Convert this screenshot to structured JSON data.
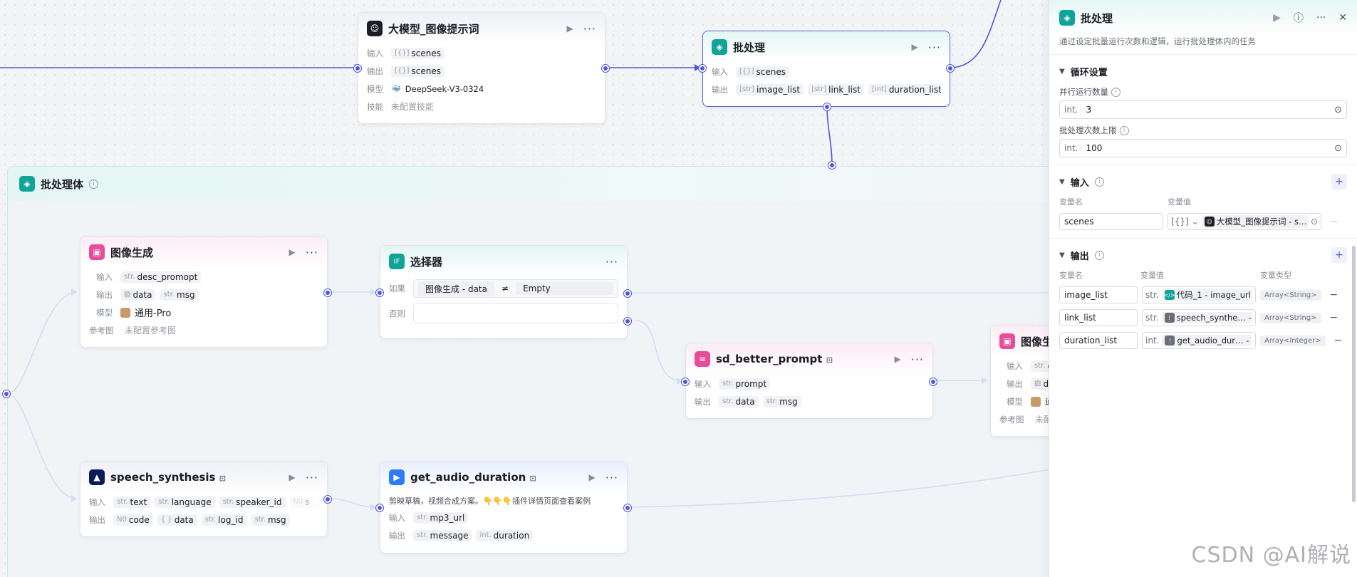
{
  "nodes": {
    "llm": {
      "title": "大模型_图像提示词",
      "input_label": "输入",
      "input_type": "[{}]",
      "input_value": "scenes",
      "output_label": "输出",
      "output_type": "[{}]",
      "output_value": "scenes",
      "model_label": "模型",
      "model_value": "DeepSeek-V3-0324",
      "skill_label": "技能",
      "skill_value": "未配置技能"
    },
    "batch": {
      "title": "批处理",
      "input_label": "输入",
      "input_type": "[{}]",
      "input_value": "scenes",
      "output_label": "输出",
      "outputs": [
        {
          "type": "[str]",
          "name": "image_list"
        },
        {
          "type": "[str]",
          "name": "link_list"
        },
        {
          "type": "[int]",
          "name": "duration_list"
        }
      ]
    },
    "image_gen": {
      "title": "图像生成",
      "input_label": "输入",
      "input_type": "str.",
      "input_value": "desc_promopt",
      "output_label": "输出",
      "output_1": "data",
      "output_2_type": "str.",
      "output_2": "msg",
      "model_label": "模型",
      "model_value": "通用-Pro",
      "ref_label": "参考图",
      "ref_value": "未配置参考图"
    },
    "selector": {
      "title": "选择器",
      "if_label": "如果",
      "cond_left": "图像生成 - data",
      "cond_op": "≠",
      "cond_right": "Empty",
      "else_label": "否则"
    },
    "sd_better_prompt": {
      "title": "sd_better_prompt",
      "input_label": "输入",
      "input_type": "str.",
      "input_value": "prompt",
      "output_label": "输出",
      "output_1_type": "str.",
      "output_1": "data",
      "output_2_type": "str.",
      "output_2": "msg"
    },
    "image_gen_2": {
      "title": "图像生",
      "input_label": "输入",
      "input_type": "str.",
      "input_value": "d",
      "output_label": "输出",
      "output_value": "d",
      "model_label": "模型",
      "model_value": "通",
      "ref_label": "参考图",
      "ref_value": "未配"
    },
    "speech": {
      "title": "speech_synthesis",
      "input_label": "输入",
      "inputs": [
        {
          "type": "str.",
          "name": "text"
        },
        {
          "type": "str.",
          "name": "language"
        },
        {
          "type": "str.",
          "name": "speaker_id"
        },
        {
          "type": "N0",
          "name": "s"
        }
      ],
      "output_label": "输出",
      "outputs": [
        {
          "type": "N0",
          "name": "code"
        },
        {
          "type": "{ }",
          "name": "data"
        },
        {
          "type": "str.",
          "name": "log_id"
        },
        {
          "type": "str.",
          "name": "msg"
        }
      ]
    },
    "audio_duration": {
      "title": "get_audio_duration",
      "desc": "剪映草稿，视频合成方案。👇👇👇插件详情页面查看案例",
      "input_label": "输入",
      "input_type": "str.",
      "input_value": "mp3_url",
      "output_label": "输出",
      "output_1_type": "str.",
      "output_1": "message",
      "output_2_type": "int.",
      "output_2": "duration"
    }
  },
  "batch_body": {
    "title": "批处理体"
  },
  "panel": {
    "title": "批处理",
    "desc": "通过设定批量运行次数和逻辑，运行批处理体内的任务",
    "loop_section": "循环设置",
    "parallel_label": "并行运行数量",
    "parallel_type": "int.",
    "parallel_value": "3",
    "limit_label": "批处理次数上限",
    "limit_type": "int.",
    "limit_value": "100",
    "input_section": "输入",
    "var_name_head": "变量名",
    "var_value_head": "变量值",
    "input_var": {
      "name": "scenes",
      "type": "[{}]",
      "source": "大模型_图像提示词 - s…"
    },
    "output_section": "输出",
    "var_type_head": "变量类型",
    "outputs": [
      {
        "name": "image_list",
        "type": "str.",
        "source": "代码_1 - image_url",
        "vtype": "Array<String>"
      },
      {
        "name": "link_list",
        "type": "str.",
        "source": "speech_synthe… -",
        "vtype": "Array<String>"
      },
      {
        "name": "duration_list",
        "type": "int.",
        "source": "get_audio_dur… -",
        "vtype": "Array<Integer>"
      }
    ]
  },
  "watermark": "CSDN @AI解说",
  "colors": {
    "accent": "#4f56dc",
    "teal": "#12a398",
    "pink": "#e84c98"
  }
}
